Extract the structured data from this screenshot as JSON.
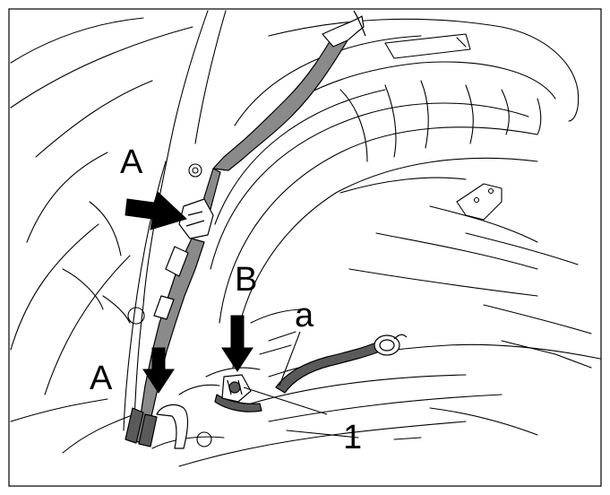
{
  "labels": {
    "A_upper": "A",
    "A_lower": "A",
    "B": "B",
    "a": "a",
    "num_1": "1"
  },
  "colors": {
    "ink": "#000000",
    "paper": "#ffffff",
    "harness_fill": "#8a8a8a",
    "harness_dark": "#5a5a5a"
  },
  "icons": {
    "arrow_A_upper": "arrow-right-down-icon",
    "arrow_A_lower": "arrow-down-icon",
    "arrow_B": "arrow-down-icon"
  }
}
